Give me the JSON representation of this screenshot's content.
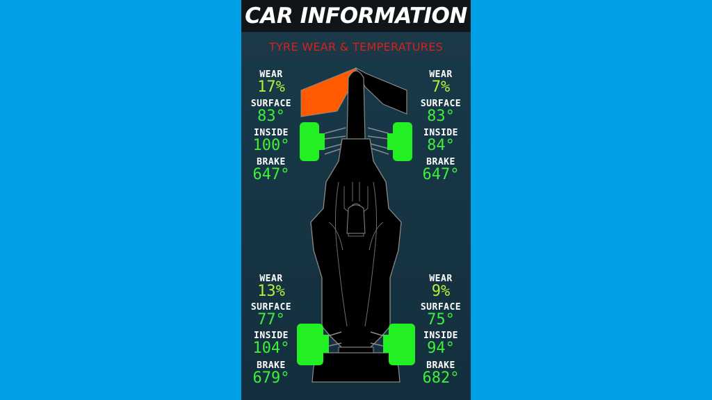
{
  "title": "CAR INFORMATION",
  "subtitle": "TYRE WEAR & TEMPERATURES",
  "labels": {
    "wear": "WEAR",
    "surface": "SURFACE",
    "inside": "INSIDE",
    "brake": "BRAKE"
  },
  "tyres": {
    "front_left": {
      "wear": "17%",
      "surface": "83°",
      "inside": "100°",
      "brake": "647°"
    },
    "front_right": {
      "wear": "7%",
      "surface": "83°",
      "inside": "84°",
      "brake": "647°"
    },
    "rear_left": {
      "wear": "13%",
      "surface": "77°",
      "inside": "104°",
      "brake": "679°"
    },
    "rear_right": {
      "wear": "9%",
      "surface": "75°",
      "inside": "94°",
      "brake": "682°"
    }
  },
  "front_wing_damage": {
    "left": 1.0,
    "right": 0.0
  },
  "colors": {
    "background": "#00a0e6",
    "panel": "#183847",
    "title_bar": "#101618",
    "subtitle": "#d9201a",
    "tyre_ok": "#22f022",
    "wing_damage": "#ff5a00",
    "value_green": "#3cf03c",
    "wear_value": "#b4f03c",
    "car_body": "#000000",
    "car_outline": "#8a8a8a"
  }
}
